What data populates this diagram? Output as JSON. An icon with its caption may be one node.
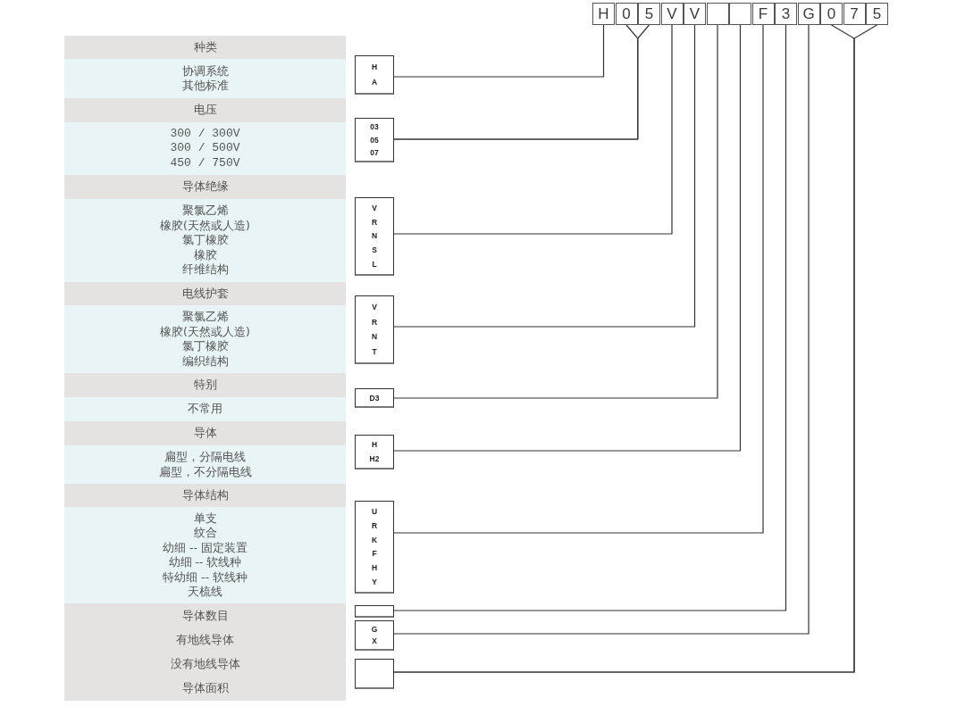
{
  "diagram": {
    "nodes": [
      {
        "text": [
          "H"
        ]
      },
      {
        "text": [
          "0"
        ]
      },
      {
        "text": [
          "5"
        ]
      },
      {
        "text": [
          "V"
        ]
      },
      {
        "text": [
          "V"
        ]
      },
      {
        "text": [],
        "shape": "box"
      },
      {
        "text": [],
        "shape": "box"
      },
      {
        "text": [
          "F"
        ]
      },
      {
        "text": [
          "3"
        ]
      },
      {
        "text": [
          "G"
        ]
      },
      {
        "text": [
          "0"
        ]
      },
      {
        "text": [
          "7"
        ]
      },
      {
        "text": [
          "5"
        ]
      },
      {
        "text": [
          "种类"
        ]
      },
      {
        "text": [
          "协调系统",
          "其他标准"
        ]
      },
      {
        "text": [
          "电压"
        ]
      },
      {
        "text": [
          "300 / 300V",
          "300 / 500V",
          "450 / 750V"
        ]
      },
      {
        "text": [
          "导体绝缘"
        ]
      },
      {
        "text": [
          "聚氯乙烯",
          "橡胶(天然或人造)",
          "氯丁橡胶",
          "橡胶",
          "纤维结构"
        ]
      },
      {
        "text": [
          "电线护套"
        ]
      },
      {
        "text": [
          "聚氯乙烯",
          "橡胶(天然或人造)",
          "氯丁橡胶",
          "编织结构"
        ]
      },
      {
        "text": [
          "特别"
        ]
      },
      {
        "text": [
          "不常用"
        ]
      },
      {
        "text": [
          "导体"
        ]
      },
      {
        "text": [
          "扁型，分隔电线",
          "扁型，不分隔电线"
        ]
      },
      {
        "text": [
          "导体结构"
        ]
      },
      {
        "text": [
          "单支",
          "纹合",
          "幼细 -- 固定装置",
          "幼细 -- 软线种",
          "特幼细 -- 软线种",
          "天梳线"
        ]
      },
      {
        "text": [
          "导体数目"
        ]
      },
      {
        "text": [
          "有地线导体"
        ]
      },
      {
        "text": [
          "没有地线导体"
        ]
      },
      {
        "text": [
          "导体面积"
        ]
      },
      {
        "text": [
          "H",
          "A"
        ]
      },
      {
        "text": [
          "03",
          "05",
          "07"
        ]
      },
      {
        "text": [
          "V",
          "R",
          "N",
          "S",
          "L"
        ]
      },
      {
        "text": [
          "V",
          "R",
          "N",
          "T"
        ]
      },
      {
        "text": [
          "D3"
        ]
      },
      {
        "text": [
          "H",
          "H2"
        ]
      },
      {
        "text": [
          "U",
          "R",
          "K",
          "F",
          "H",
          "Y"
        ]
      },
      {
        "text": [],
        "shape": "box"
      },
      {
        "text": [
          "G",
          "X"
        ]
      },
      {
        "text": [],
        "shape": "box"
      }
    ],
    "edges": [
      {
        "from": 0,
        "to": 31,
        "arrow": "none"
      },
      {
        "from": 1,
        "to": 32,
        "arrow": "none"
      },
      {
        "from": 2,
        "to": 32,
        "arrow": "none"
      },
      {
        "from": 3,
        "to": 33,
        "arrow": "none"
      },
      {
        "from": 4,
        "to": 34,
        "arrow": "none"
      },
      {
        "from": 5,
        "to": 35,
        "arrow": "none"
      },
      {
        "from": 6,
        "to": 36,
        "arrow": "none"
      },
      {
        "from": 7,
        "to": 37,
        "arrow": "none"
      },
      {
        "from": 8,
        "to": 38,
        "arrow": "none"
      },
      {
        "from": 9,
        "to": 39,
        "arrow": "none"
      },
      {
        "from": 10,
        "to": 40,
        "arrow": "none"
      },
      {
        "from": 12,
        "to": 40,
        "arrow": "none"
      }
    ]
  }
}
